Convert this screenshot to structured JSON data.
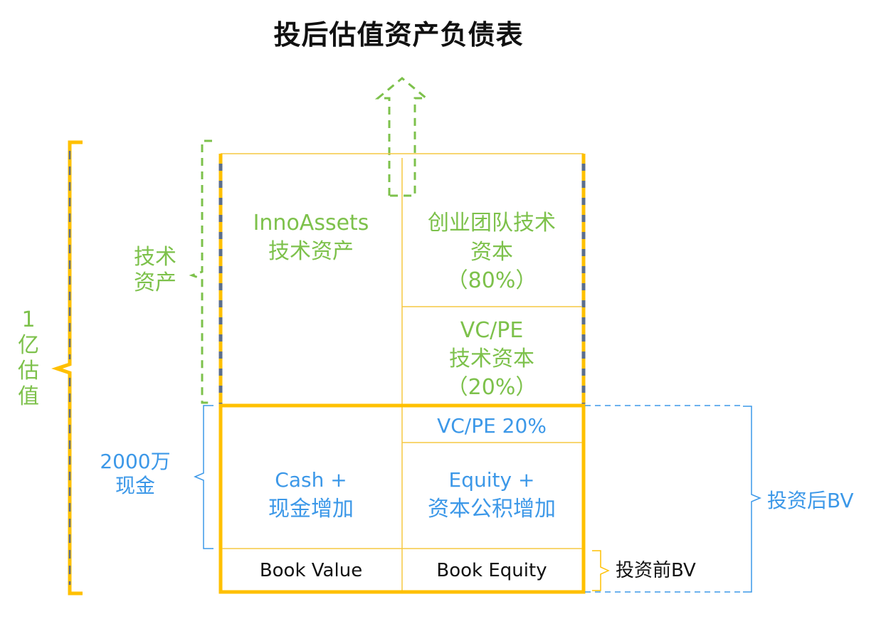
{
  "title": "投后估值资产负债表",
  "colors": {
    "gold": "#FFC000",
    "gold_thin": "#F5C842",
    "green": "#7DC14B",
    "blue": "#3C98E8",
    "gray_blue": "#5B6E8C",
    "text": "#111111"
  },
  "left": {
    "valuation_label": "1\n亿\n估\n值",
    "tech_assets_label": "技术\n资产",
    "cash_label": "2000万\n现金"
  },
  "cells": {
    "inno_line1": "InnoAssets",
    "inno_line2": "技术资产",
    "founder_line1": "创业团队技术",
    "founder_line2": "资本",
    "founder_line3": "（80%）",
    "vcpe_tech_line1": "VC/PE",
    "vcpe_tech_line2": "技术资本",
    "vcpe_tech_line3": "（20%）",
    "vcpe_pct": "VC/PE 20%",
    "cash_line1": "Cash +",
    "cash_line2": "现金增加",
    "equity_line1": "Equity +",
    "equity_line2": "资本公积增加",
    "book_value": "Book Value",
    "book_equity": "Book Equity"
  },
  "right": {
    "post_bv": "投资后BV",
    "pre_bv": "投资前BV"
  }
}
